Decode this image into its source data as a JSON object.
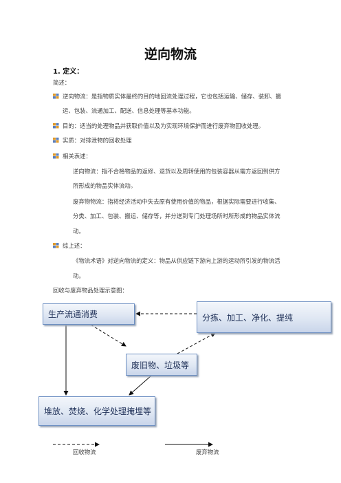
{
  "title": "逆向物流",
  "section1": "1.  定义：",
  "intro_label": "简述：",
  "bullets": {
    "b1_line1": "逆向物流：是指物质实体最终的目的地回流处理过程，它也包括运输、储存、装卸、搬",
    "b1_line2": "运、包装、流通加工、配送、信息处理等基本功能。",
    "b2": "目的：适当的处理物品并获取价值以及为实现环境保护而进行废弃物回收处理。",
    "b3": "实质：对排泄物的回收处理",
    "b4": "相关表述：",
    "d1_line1": "逆向物流：指不合格物品的返修、退货以及周转使用的包装容器从需方返回到供方",
    "d1_line2": "所形成的物品实体流动。",
    "d2_line1": "废弃物物流：指将经济活动中失去原有使用价值的物品，根据实际需要进行收集、",
    "d2_line2": "分类、加工、包装、搬运、储存等，并分送到专门处理场所时所形成的物品实体流",
    "d2_line3": "动。",
    "b5": "综上述：",
    "s1_line1": "《物流术语》对逆向物流的定义：物品从供应链下游向上游的运动所引发的物流活",
    "s1_line2": "动。"
  },
  "diagram_caption": "回收与废弃物品处理示意图：",
  "diagram": {
    "box_production": "生产流通消费",
    "box_sorting": "分拣、加工、净化、提纯",
    "box_waste": "废旧物、垃圾等",
    "box_disposal": "堆放、焚烧、化学处理掩埋等"
  },
  "legend": {
    "recycle": "回收物流",
    "waste": "废弃物流"
  },
  "colors": {
    "bullet_icon": "#e09a2a",
    "box_border": "#6d8fc2",
    "box_text": "#1e2f57"
  }
}
